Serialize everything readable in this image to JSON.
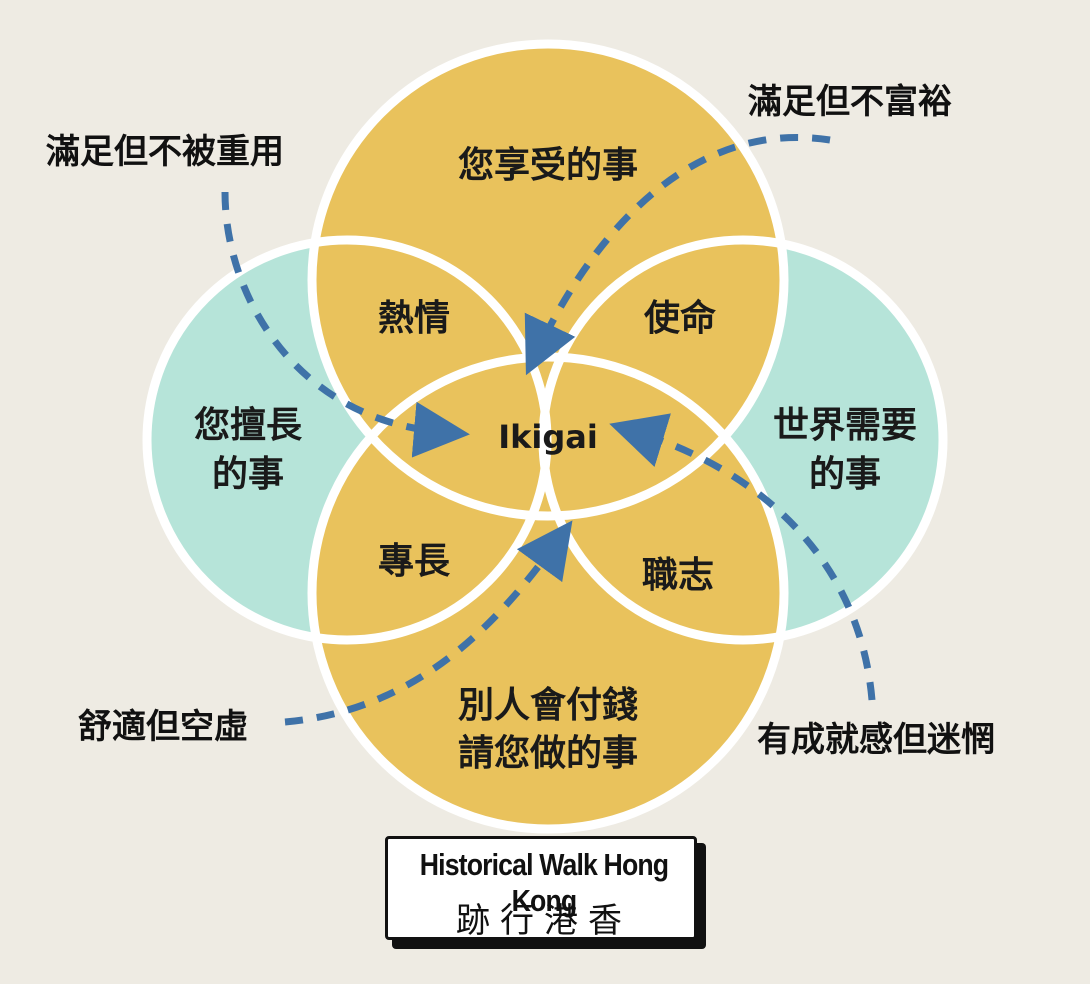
{
  "diagram": {
    "circles": {
      "top": {
        "label": "您享受的事",
        "fill": "#e9c25c"
      },
      "left": {
        "label_line1": "您擅長",
        "label_line2": "的事",
        "fill": "#b6e4d9"
      },
      "right": {
        "label_line1": "世界需要",
        "label_line2": "的事",
        "fill": "#b6e4d9"
      },
      "bottom": {
        "label_line1": "別人會付錢",
        "label_line2": "請您做的事",
        "fill": "#e9c25c"
      }
    },
    "overlaps": {
      "passion": "熱情",
      "mission": "使命",
      "profession": "專長",
      "vocation": "職志",
      "center": "Ikigai"
    },
    "outer_labels": {
      "top_left": "滿足但不被重用",
      "top_right": "滿足但不富裕",
      "bottom_left": "舒適但空虛",
      "bottom_right": "有成就感但迷惘"
    },
    "colors": {
      "gold": "#e9c25c",
      "mint": "#b6e4d9",
      "outline": "#ffffff",
      "arrow": "#3f72a8",
      "background": "#eeebe3"
    }
  },
  "logo": {
    "english": "Historical Walk Hong Kong",
    "chinese": "跡行港香"
  }
}
